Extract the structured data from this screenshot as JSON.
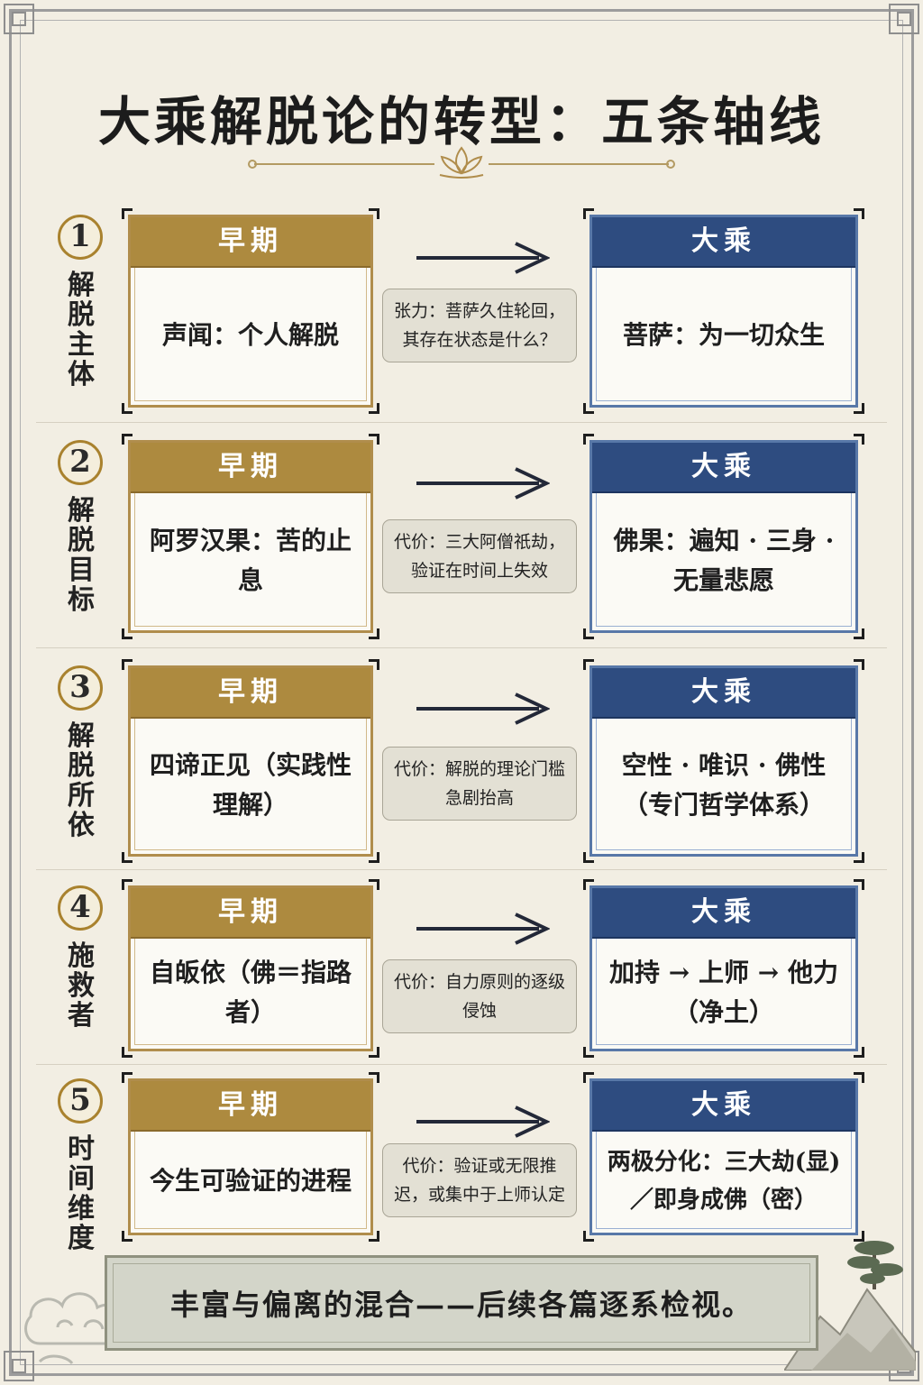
{
  "title": "大乘解脱论的转型：五条轴线",
  "axes": [
    {
      "number": "1",
      "label": "解脱主体",
      "early_head": "早期",
      "early_text": "声闻：个人解脱",
      "note": "张力：菩萨久住轮回，其存在状态是什么？",
      "late_head": "大乘",
      "late_text": "菩萨：为一切众生"
    },
    {
      "number": "2",
      "label": "解脱目标",
      "early_head": "早期",
      "early_text": "阿罗汉果：苦的止息",
      "note": "代价：三大阿僧祇劫，验证在时间上失效",
      "late_head": "大乘",
      "late_text": "佛果：遍知 · 三身 · 无量悲愿"
    },
    {
      "number": "3",
      "label": "解脱所依",
      "early_head": "早期",
      "early_text": "四谛正见（实践性理解）",
      "note": "代价：解脱的理论门槛急剧抬高",
      "late_head": "大乘",
      "late_text": "空性 · 唯识 · 佛性（专门哲学体系）"
    },
    {
      "number": "4",
      "label": "施救者",
      "early_head": "早期",
      "early_text": "自皈依（佛＝指路者）",
      "note": "代价：自力原则的逐级侵蚀",
      "late_head": "大乘",
      "late_text": "加持 → 上师 → 他力（净土）"
    },
    {
      "number": "5",
      "label": "时间维度",
      "early_head": "早期",
      "early_text": "今生可验证的进程",
      "note": "代价：验证或无限推迟，或集中于上师认定",
      "late_head": "大乘",
      "late_text": "两极分化：三大劫(显)／即身成佛（密）"
    }
  ],
  "footer": "丰富与偏离的混合——后续各篇逐系检视。",
  "colors": {
    "early": "#ad8a3f",
    "mahayana": "#2e4c80",
    "note_bg": "#e3e0d4"
  },
  "icons": {
    "title_ornament": "lotus-icon",
    "arrow": "arrow-right-icon",
    "decor_left": "cloud-icon",
    "decor_right": "mountain-pine-icon"
  }
}
